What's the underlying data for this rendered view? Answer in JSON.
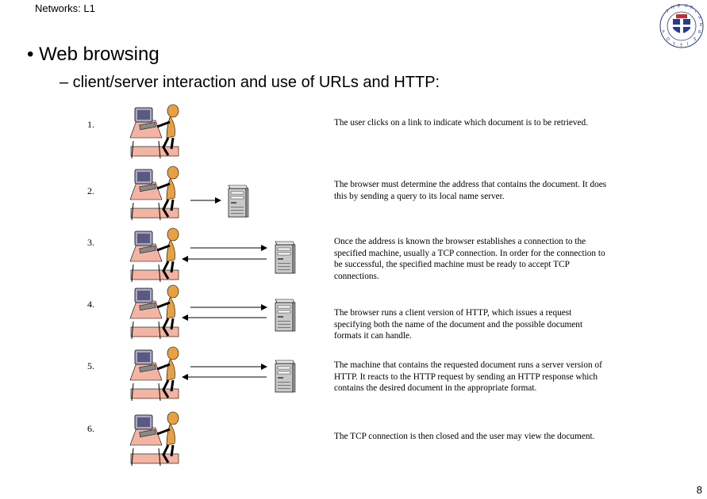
{
  "header": {
    "title": "Networks: L1"
  },
  "slide": {
    "bullet1": "• Web browsing",
    "bullet2": "– client/server interaction and use of URLs and HTTP:",
    "page_number": "8"
  },
  "steps": [
    {
      "num": "1.",
      "text": "The user clicks on a link to indicate which document is to be retrieved."
    },
    {
      "num": "2.",
      "text": "The browser must determine the address that contains the document.  It does this by sending a query to its local name server."
    },
    {
      "num": "3.",
      "text": "Once the address is known the browser establishes a connection to the specified machine, usually a TCP connection. In order for the connection to be successful, the specified machine must be ready to accept TCP connections."
    },
    {
      "num": "4.",
      "text": "The browser runs a client version of HTTP, which issues a request specifying both the name of the document and the possible document formats it can handle."
    },
    {
      "num": "5.",
      "text": "The machine that contains the requested document runs a server version of HTTP.  It reacts to the HTTP request by sending an HTTP response which contains the desired document in the appropriate format."
    },
    {
      "num": "6.",
      "text": "The TCP connection is then closed and the user may view the document."
    }
  ],
  "icons": {
    "user": "user-at-computer-icon",
    "server": "server-tower-icon",
    "crest": "university-crest-icon"
  },
  "colors": {
    "desk": "#f4b4a4",
    "person": "#e8a040",
    "monitor": "#a8a8c8",
    "server": "#c8c8c8"
  }
}
